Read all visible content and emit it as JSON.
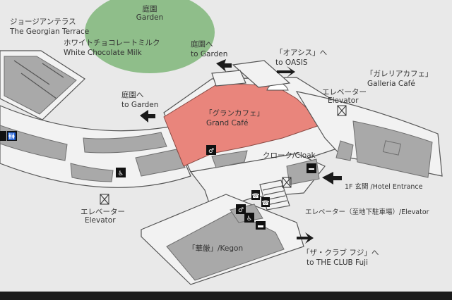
{
  "colors": {
    "background": "#e9e9e9",
    "garden": "#8fbe8a",
    "grand_cafe": "#e9857c",
    "room": "#a9a9a9",
    "corridor": "#f2f2f2"
  },
  "labels": {
    "garden": {
      "jp": "庭園",
      "en": "Garden"
    },
    "georgian_terrace": {
      "jp": "ジョージアンテラス",
      "en": "The Georgian Terrace"
    },
    "white_chocolate_milk": {
      "jp": "ホワイトチョコレートミルク",
      "en": "White Chocolate Milk"
    },
    "to_garden_top": {
      "jp": "庭園へ",
      "en": "to Garden"
    },
    "to_garden_left": {
      "jp": "庭園へ",
      "en": "to Garden"
    },
    "to_oasis": {
      "jp": "「オアシス」へ",
      "en": "to OASIS"
    },
    "galleria_cafe": {
      "jp": "「ガレリアカフェ」",
      "en": "Galleria Café"
    },
    "elevator_right": {
      "jp": "エレベーター",
      "en": "Elevator"
    },
    "grand_cafe": {
      "jp": "「グランカフェ」",
      "en": "Grand Café"
    },
    "cloak": "クローク/Cloak",
    "hotel_entrance": "1F 玄関 /Hotel Entrance",
    "elevator_basement": "エレベーター（至地下駐車場）/Elevator",
    "elevator_left": {
      "jp": "エレベーター",
      "en": "Elevator"
    },
    "kegon": "「華厳」/Kegon",
    "the_club_fuji": {
      "jp": "「ザ・クラブ フジ」へ",
      "en": "to THE CLUB Fuji"
    }
  },
  "icons": [
    "restroom-icon",
    "wheelchair-icon",
    "phone-icon",
    "smoking-icon",
    "stairs-icon",
    "elevator-icon"
  ]
}
